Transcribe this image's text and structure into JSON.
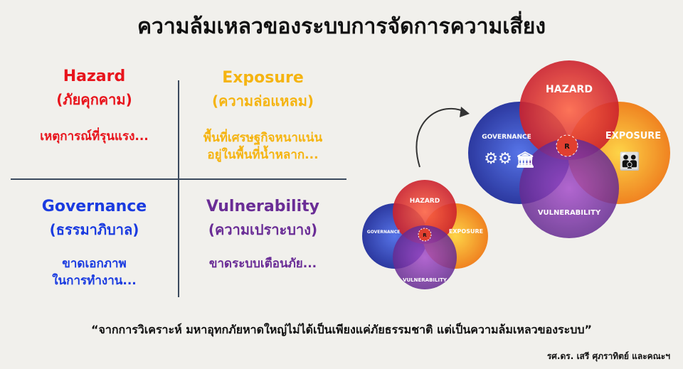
{
  "title": "ความล้มเหลวของระบบการจัดการความเสี่ยง",
  "quadrants": [
    {
      "heading": "Hazard",
      "thai": "(ภัยคุกคาม)",
      "desc": [
        "เหตุการณ์ที่รุนแรง..."
      ],
      "color": "#e8141c"
    },
    {
      "heading": "Exposure",
      "thai": "(ความล่อแหลม)",
      "desc": [
        "พื้นที่เศรษฐกิจหนาแน่น",
        "อยู่ในพื้นที่น้ำหลาก..."
      ],
      "color": "#f5b411"
    },
    {
      "heading": "Governance",
      "thai": "(ธรรมาภิบาล)",
      "desc": [
        "ขาดเอกภาพ",
        "ในการทำงาน..."
      ],
      "color": "#1a3be0"
    },
    {
      "heading": "Vulnerability",
      "thai": "(ความเปราะบาง)",
      "desc": [
        "ขาดระบบเตือนภัย..."
      ],
      "color": "#6a2d96"
    }
  ],
  "venn": {
    "hazard": "HAZARD",
    "exposure": "EXPOSURE",
    "governance": "GOVERNANCE",
    "vulnerability": "VULNERABILITY",
    "center": "R"
  },
  "quote": "“จากการวิเคราะห์ มหาอุทกภัยหาดใหญ่ไม่ได้เป็นเพียงแค่ภัยธรรมชาติ แต่เป็นความล้มเหลวของระบบ”",
  "author": "รศ.ดร. เสรี ศุภราทิตย์ และคณะฯ"
}
